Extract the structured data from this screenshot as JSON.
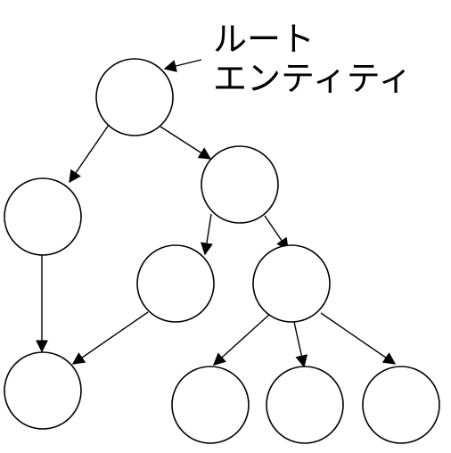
{
  "diagram": {
    "root_label_line1": "ルート",
    "root_label_line2": "エンティティ",
    "nodes": [
      "root",
      "left",
      "right",
      "right-left",
      "right-right",
      "bottom-left",
      "bottom-a",
      "bottom-b",
      "bottom-c"
    ],
    "edges": [
      [
        "root",
        "left"
      ],
      [
        "root",
        "right"
      ],
      [
        "left",
        "bottom-left"
      ],
      [
        "right",
        "right-left"
      ],
      [
        "right",
        "right-right"
      ],
      [
        "right-left",
        "bottom-left"
      ],
      [
        "right-right",
        "bottom-a"
      ],
      [
        "right-right",
        "bottom-b"
      ],
      [
        "right-right",
        "bottom-c"
      ]
    ],
    "colors": {
      "stroke": "#000000",
      "fill": "#ffffff"
    }
  }
}
